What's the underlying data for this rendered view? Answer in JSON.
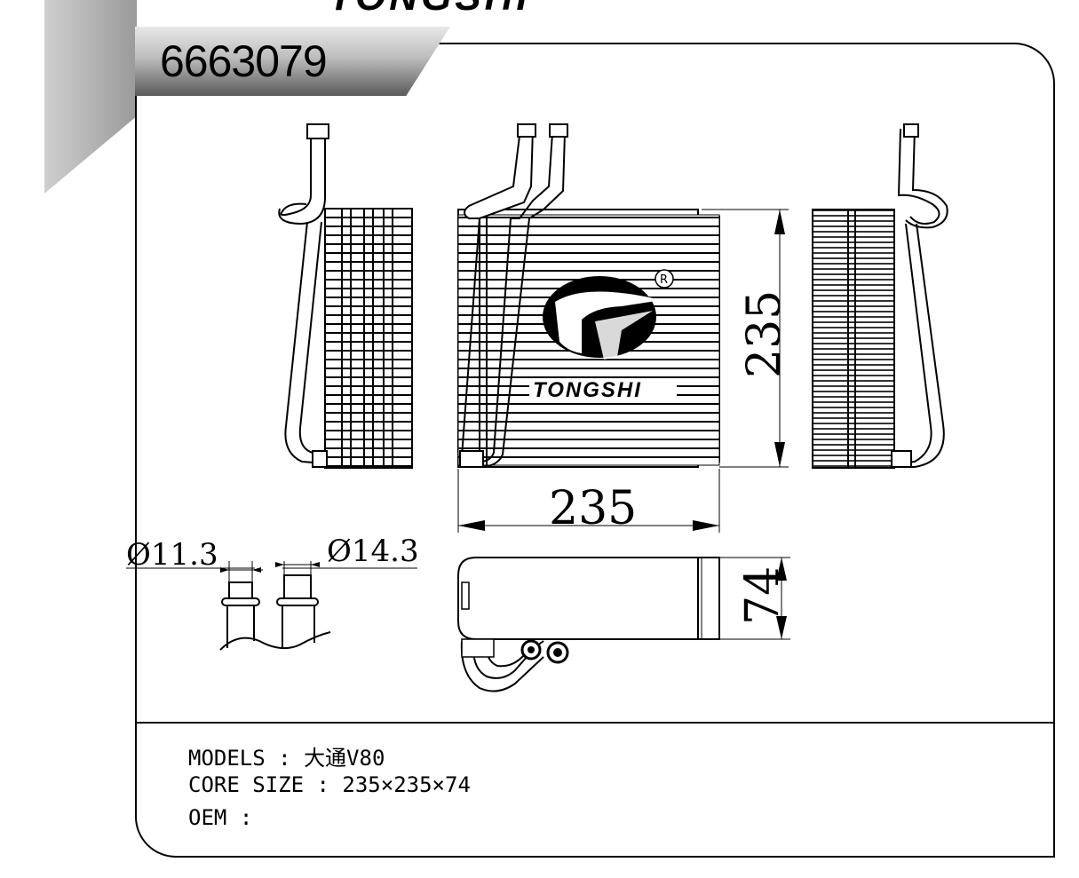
{
  "header": {
    "part_number": "6663079",
    "brand_fragment": "TONGSHI"
  },
  "diagram": {
    "logo_text": "TONGSHI",
    "dim_height": "235",
    "dim_width": "235",
    "dim_depth": "74",
    "tube_small": "Ø11.3",
    "tube_large": "Ø14.3"
  },
  "specs": {
    "models_label": "MODELS",
    "models_value": "大通V80",
    "core_label": "CORE SIZE",
    "core_value": "235×235×74",
    "oem_label": "OEM",
    "oem_value": "",
    "separator": ":"
  }
}
